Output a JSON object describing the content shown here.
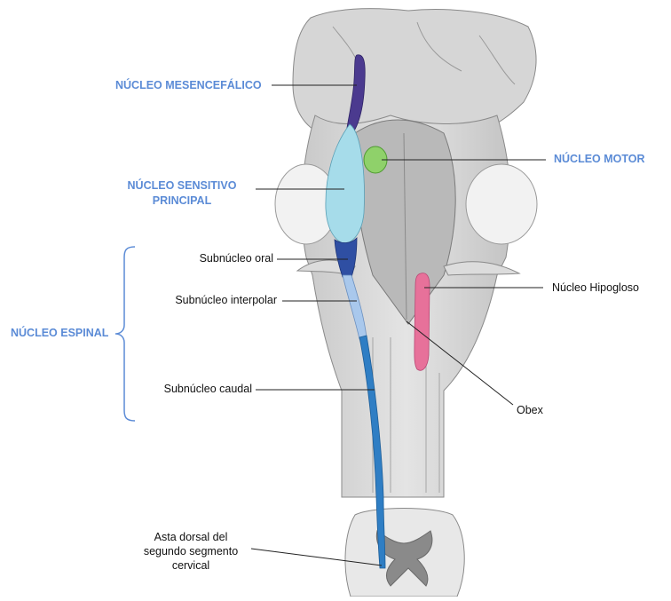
{
  "labels": {
    "mesencefalico": "NÚCLEO MESENCEFÁLICO",
    "sensitivo_line1": "NÚCLEO SENSITIVO",
    "sensitivo_line2": "PRINCIPAL",
    "motor": "NÚCLEO MOTOR",
    "espinal": "NÚCLEO ESPINAL",
    "sub_oral": "Subnúcleo oral",
    "sub_interpolar": "Subnúcleo interpolar",
    "sub_caudal": "Subnúcleo caudal",
    "hipogloso": "Núcleo  Hipogloso",
    "obex": "Obex",
    "asta_line1": "Asta dorsal del",
    "asta_line2": "segundo segmento",
    "asta_line3": "cervical"
  },
  "colors": {
    "label_blue": "#5b8bd6",
    "mesencephalic": "#4b3a8f",
    "principal_sensory": "#a6dcea",
    "motor_nucleus": "#8fd16a",
    "oral_subnucleus": "#2f4fa3",
    "interpolar_subnucleus": "#a9c8ec",
    "caudal_subnucleus": "#2f7ec4",
    "hypoglossal": "#e7719a"
  }
}
